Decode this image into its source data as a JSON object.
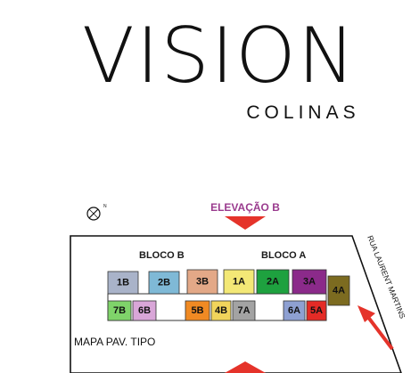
{
  "brand": {
    "name": "VISION",
    "subtitle": "COLINAS"
  },
  "map": {
    "elevation_label": "ELEVAÇÃO B",
    "street_label": "RUA LAURENT MARTINS",
    "footer_label": "MAPA PAV. TIPO",
    "blocks": [
      {
        "label": "BLOCO B"
      },
      {
        "label": "BLOCO A"
      }
    ],
    "units": [
      {
        "label": "1B",
        "color": "#a9b3c9"
      },
      {
        "label": "2B",
        "color": "#7fb9d6"
      },
      {
        "label": "3B",
        "color": "#e3a887"
      },
      {
        "label": "1A",
        "color": "#f3e876"
      },
      {
        "label": "2A",
        "color": "#1ea13f"
      },
      {
        "label": "3A",
        "color": "#8b2a8a"
      },
      {
        "label": "4A",
        "color": "#7c6b20"
      },
      {
        "label": "7B",
        "color": "#7fd36a"
      },
      {
        "label": "6B",
        "color": "#d9a6d8"
      },
      {
        "label": "5B",
        "color": "#f08a23"
      },
      {
        "label": "4B",
        "color": "#f1d45b"
      },
      {
        "label": "7A",
        "color": "#a3a3a3"
      },
      {
        "label": "6A",
        "color": "#8ea0d2"
      },
      {
        "label": "5A",
        "color": "#e32b26"
      }
    ],
    "accent_color": "#e5332a",
    "elevation_text_color": "#9a3b8e"
  }
}
